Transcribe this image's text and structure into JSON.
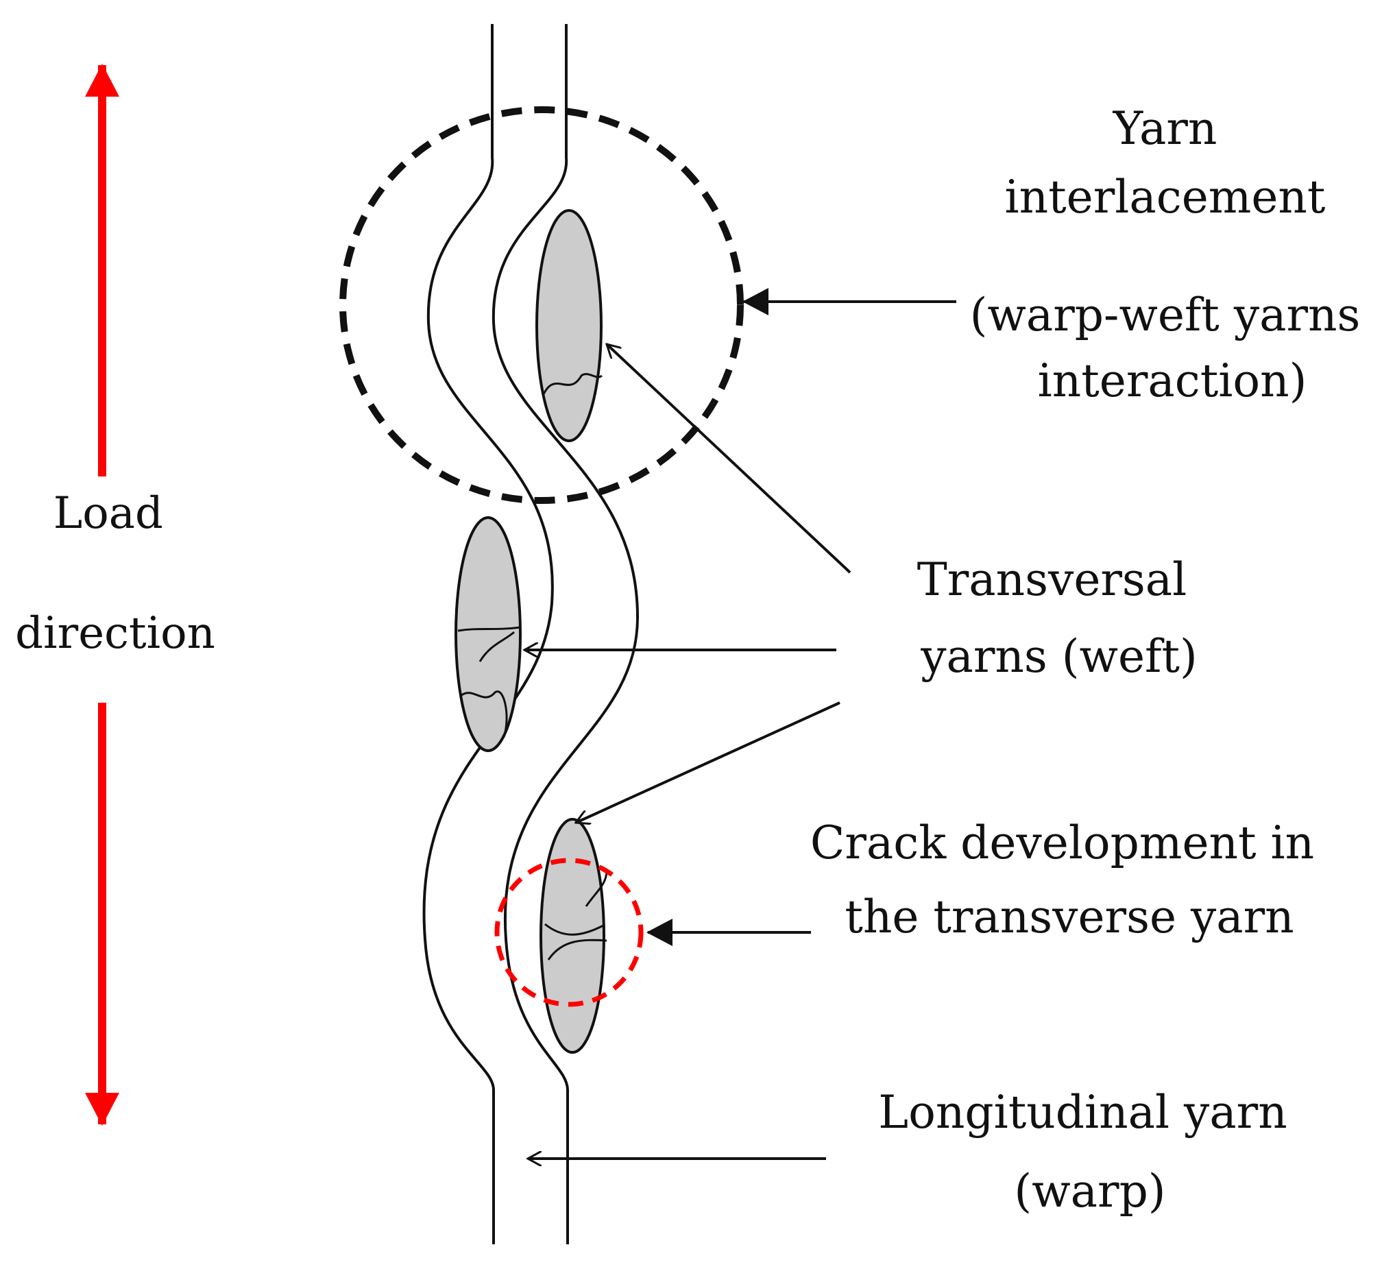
{
  "colors": {
    "load_arrow": "#ff0000",
    "crack_highlight": "#ff0000",
    "yarn_fill": "#cccccc",
    "line": "#111111",
    "background": "#ffffff"
  },
  "labels": {
    "load": [
      "Load",
      "direction"
    ],
    "interlacement": [
      "Yarn",
      "interlacement",
      "(warp-weft yarns",
      "interaction)"
    ],
    "transversal": [
      "Transversal",
      "yarns (weft)"
    ],
    "crack": [
      "Crack development in",
      "the transverse yarn"
    ],
    "longitudinal": [
      "Longitudinal yarn",
      "(warp)"
    ]
  }
}
